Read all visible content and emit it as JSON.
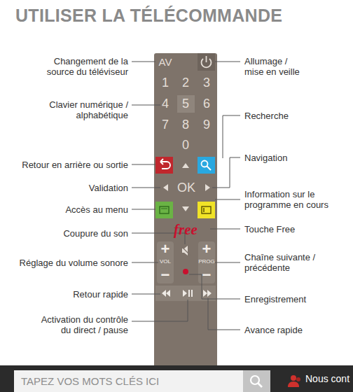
{
  "diagram": {
    "title": "UTILISER LA TÉLÉCOMMANDE",
    "nodes": [
      {
        "text": [
          "Nous cont"
        ]
      },
      {
        "text": [
          "TAPEZ VOS MOTS CLÉS ICI"
        ],
        "in": 0
      }
    ],
    "labels": [
      "Changement de la source du téléviseur",
      "Clavier numérique / alphabétique",
      "Retour en arrière ou sortie",
      "Validation",
      "Accès au menu",
      "Coupure du son",
      "Réglage du volume sonore",
      "Retour rapide",
      "Activation du contrôle du direct / pause",
      "Allumage / mise en veille",
      "Recherche",
      "Navigation",
      "Information sur le programme en cours",
      "Touche Free",
      "Chaîne suivante / précédente",
      "Enregistrement",
      "Avance rapide",
      "AV",
      "1",
      "2",
      "3",
      "4",
      "5",
      "6",
      "7",
      "8",
      "9",
      "0",
      "OK",
      "free",
      "+",
      "VOL",
      "−",
      "+",
      "PROG",
      "−"
    ]
  }
}
